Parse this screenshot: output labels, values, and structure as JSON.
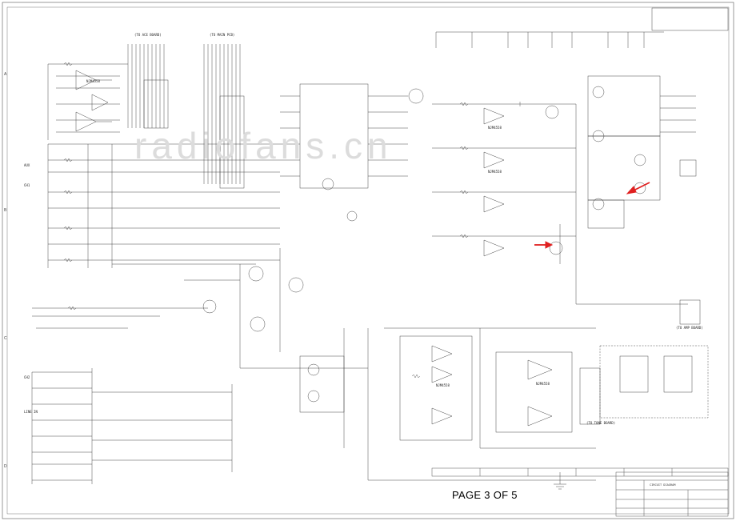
{
  "footer": {
    "page_label": "PAGE 3 OF 5"
  },
  "watermark": {
    "text": "radiofans.cn"
  },
  "connectors": {
    "ftc_ace": "(TO ACE BOARD)",
    "ftc_main": "(TO MAIN PCB)",
    "tone_board": "(TO TONE BOARD)",
    "amp_board": "(TO AMP BOARD)"
  },
  "ic_labels": {
    "u1": "NJM4558",
    "u2": "NJM4558",
    "u3": "NJM4558",
    "u4": "NJM4558",
    "u5": "NJM4558"
  },
  "input_labels": {
    "aux": "AUX",
    "ch1": "CH1",
    "ch2": "CH2",
    "line_in": "LINE IN"
  },
  "annotations": {
    "arrow1": "red-arrow",
    "arrow2": "red-arrow"
  },
  "title_block": {
    "title": "CIRCUIT DIAGRAM",
    "page": "PAGE 3 OF 5"
  },
  "colors": {
    "line": "#333333",
    "arrow": "#e02020",
    "watermark": "#dcdcdc"
  }
}
